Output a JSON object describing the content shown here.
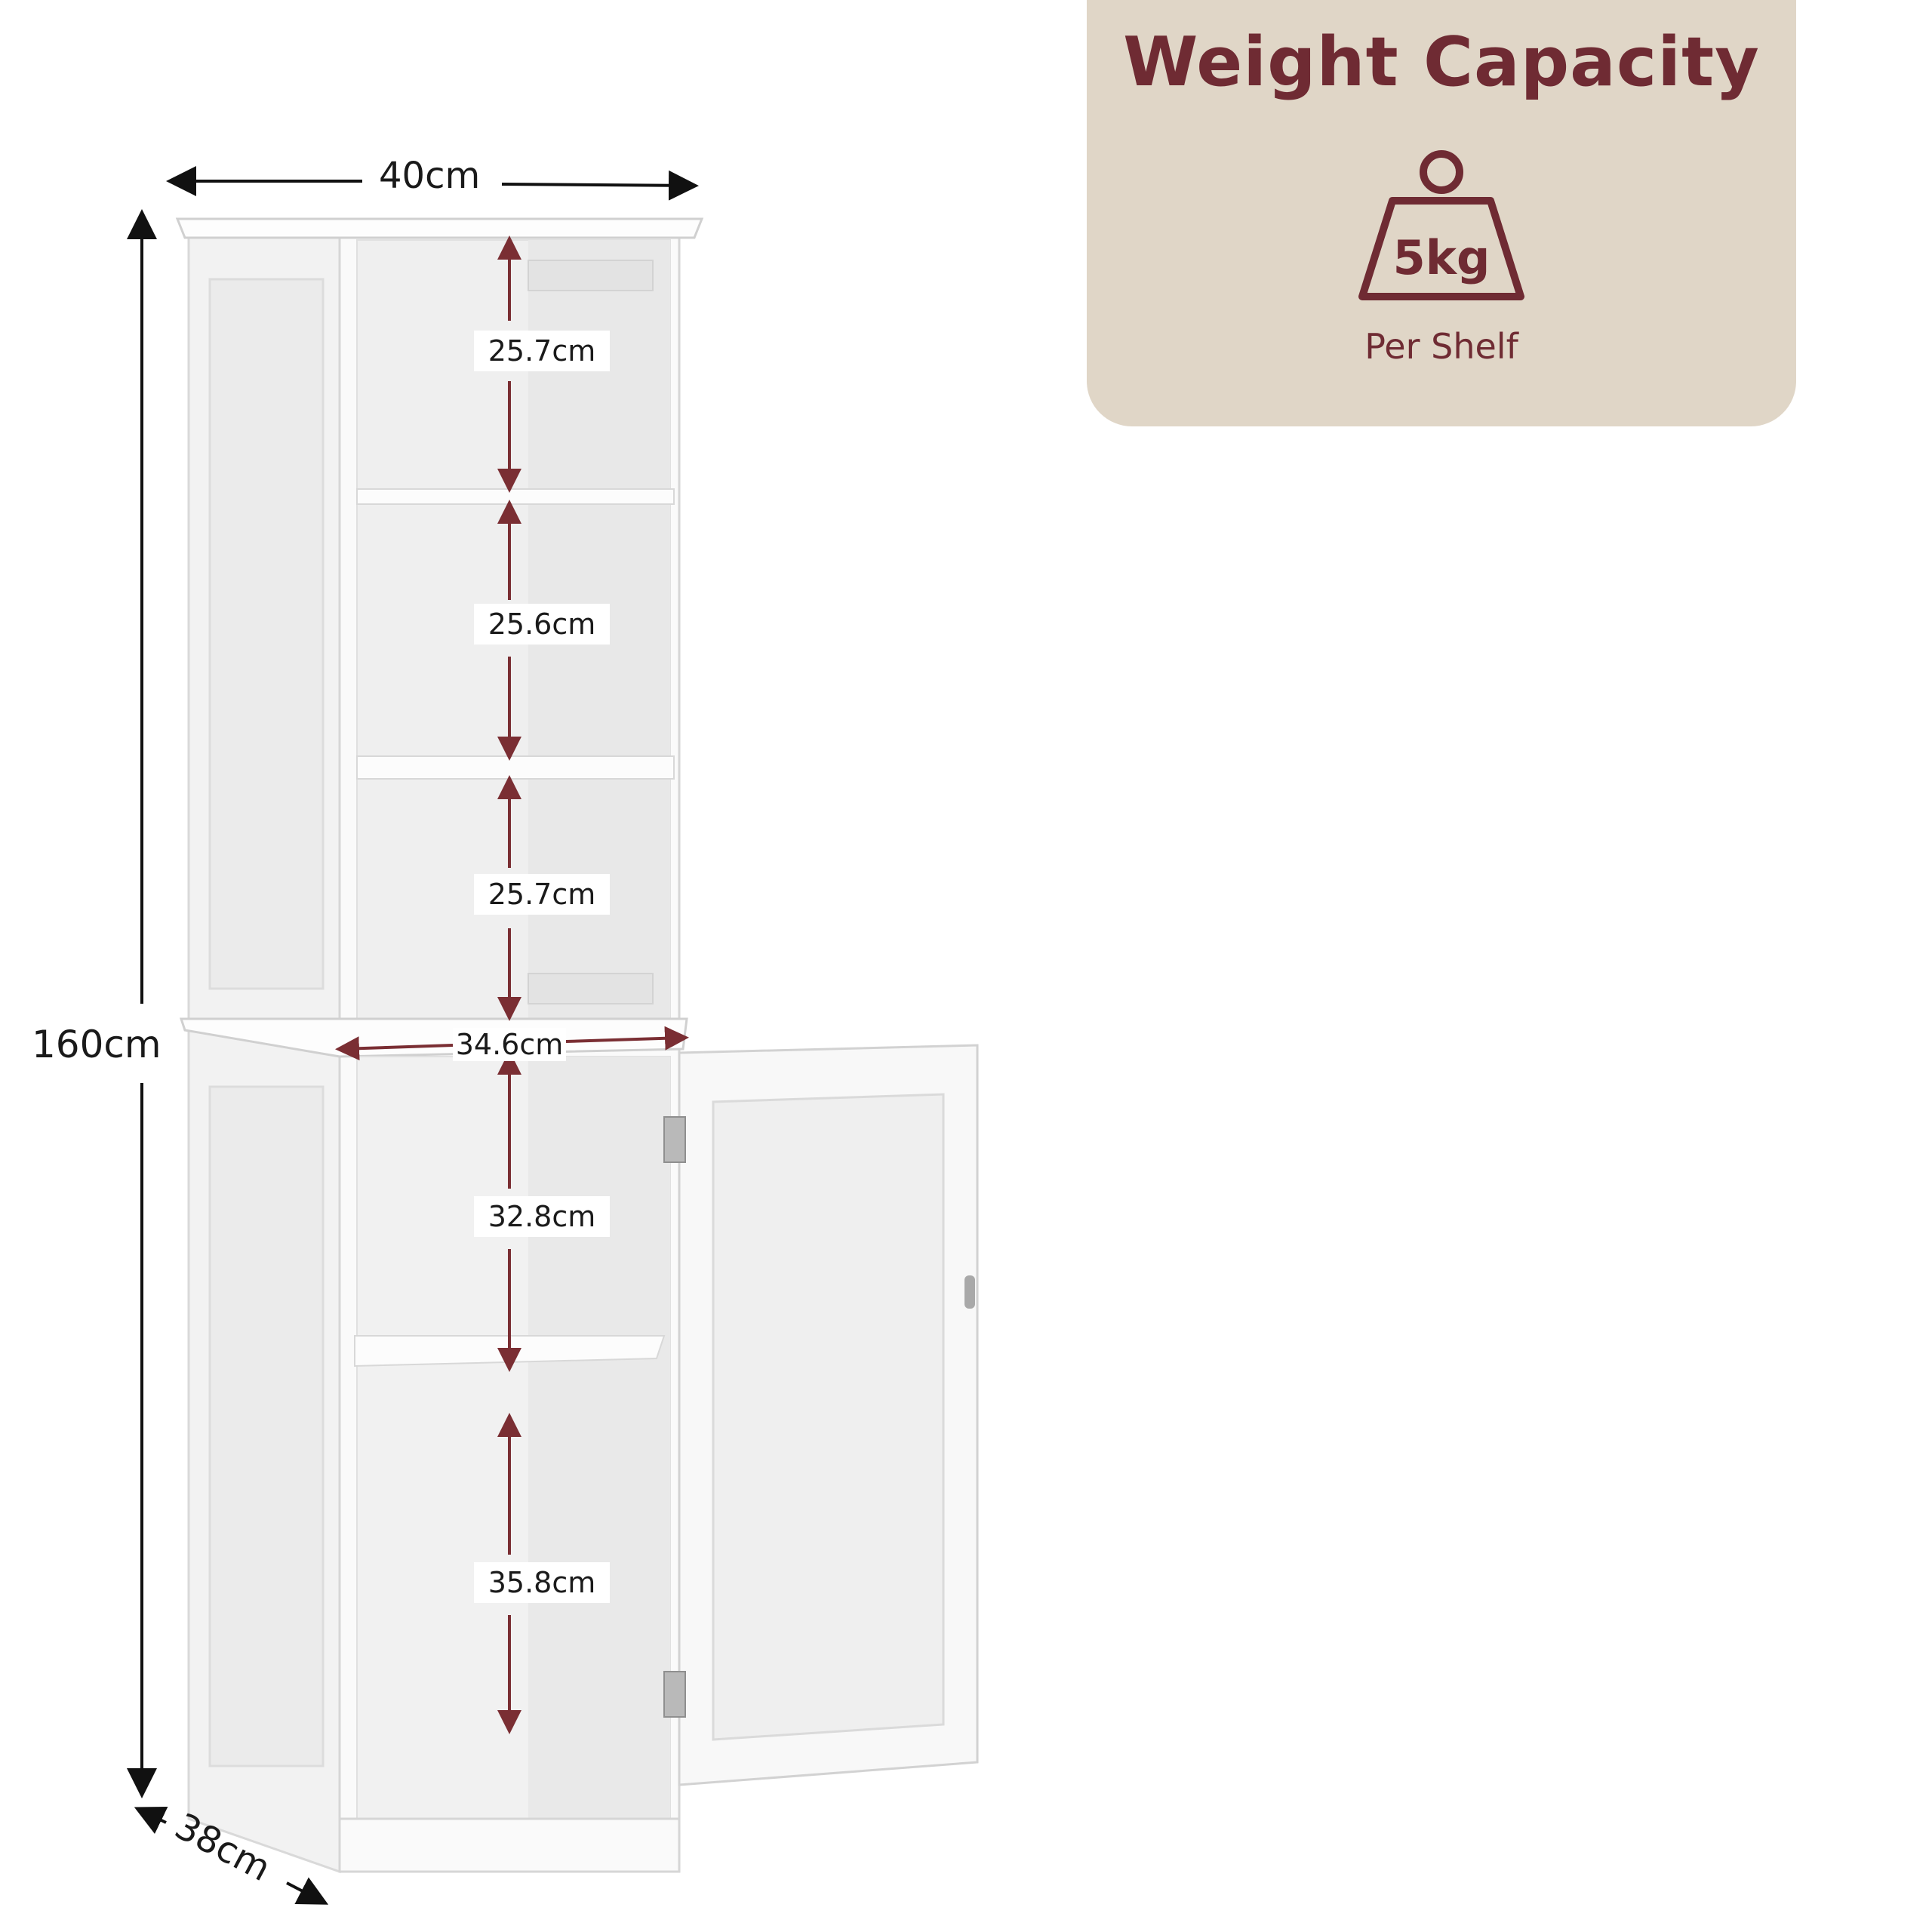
{
  "card": {
    "title": "Weight Capacity",
    "weight": "5kg",
    "subtitle": "Per Shelf",
    "bg_color": "#e0d6c7",
    "accent_color": "#6f2b33",
    "icon": "weight-icon"
  },
  "dimensions": {
    "width": "40cm",
    "height": "160cm",
    "depth": "38cm",
    "inner_width": "34.6cm"
  },
  "shelves": [
    {
      "height": "25.7cm"
    },
    {
      "height": "25.6cm"
    },
    {
      "height": "25.7cm"
    },
    {
      "height": "32.8cm"
    },
    {
      "height": "35.8cm"
    }
  ],
  "colors": {
    "cabinet": "#f7f7f7",
    "arrow": "#7a2e33",
    "dim_arrow": "#111111"
  }
}
